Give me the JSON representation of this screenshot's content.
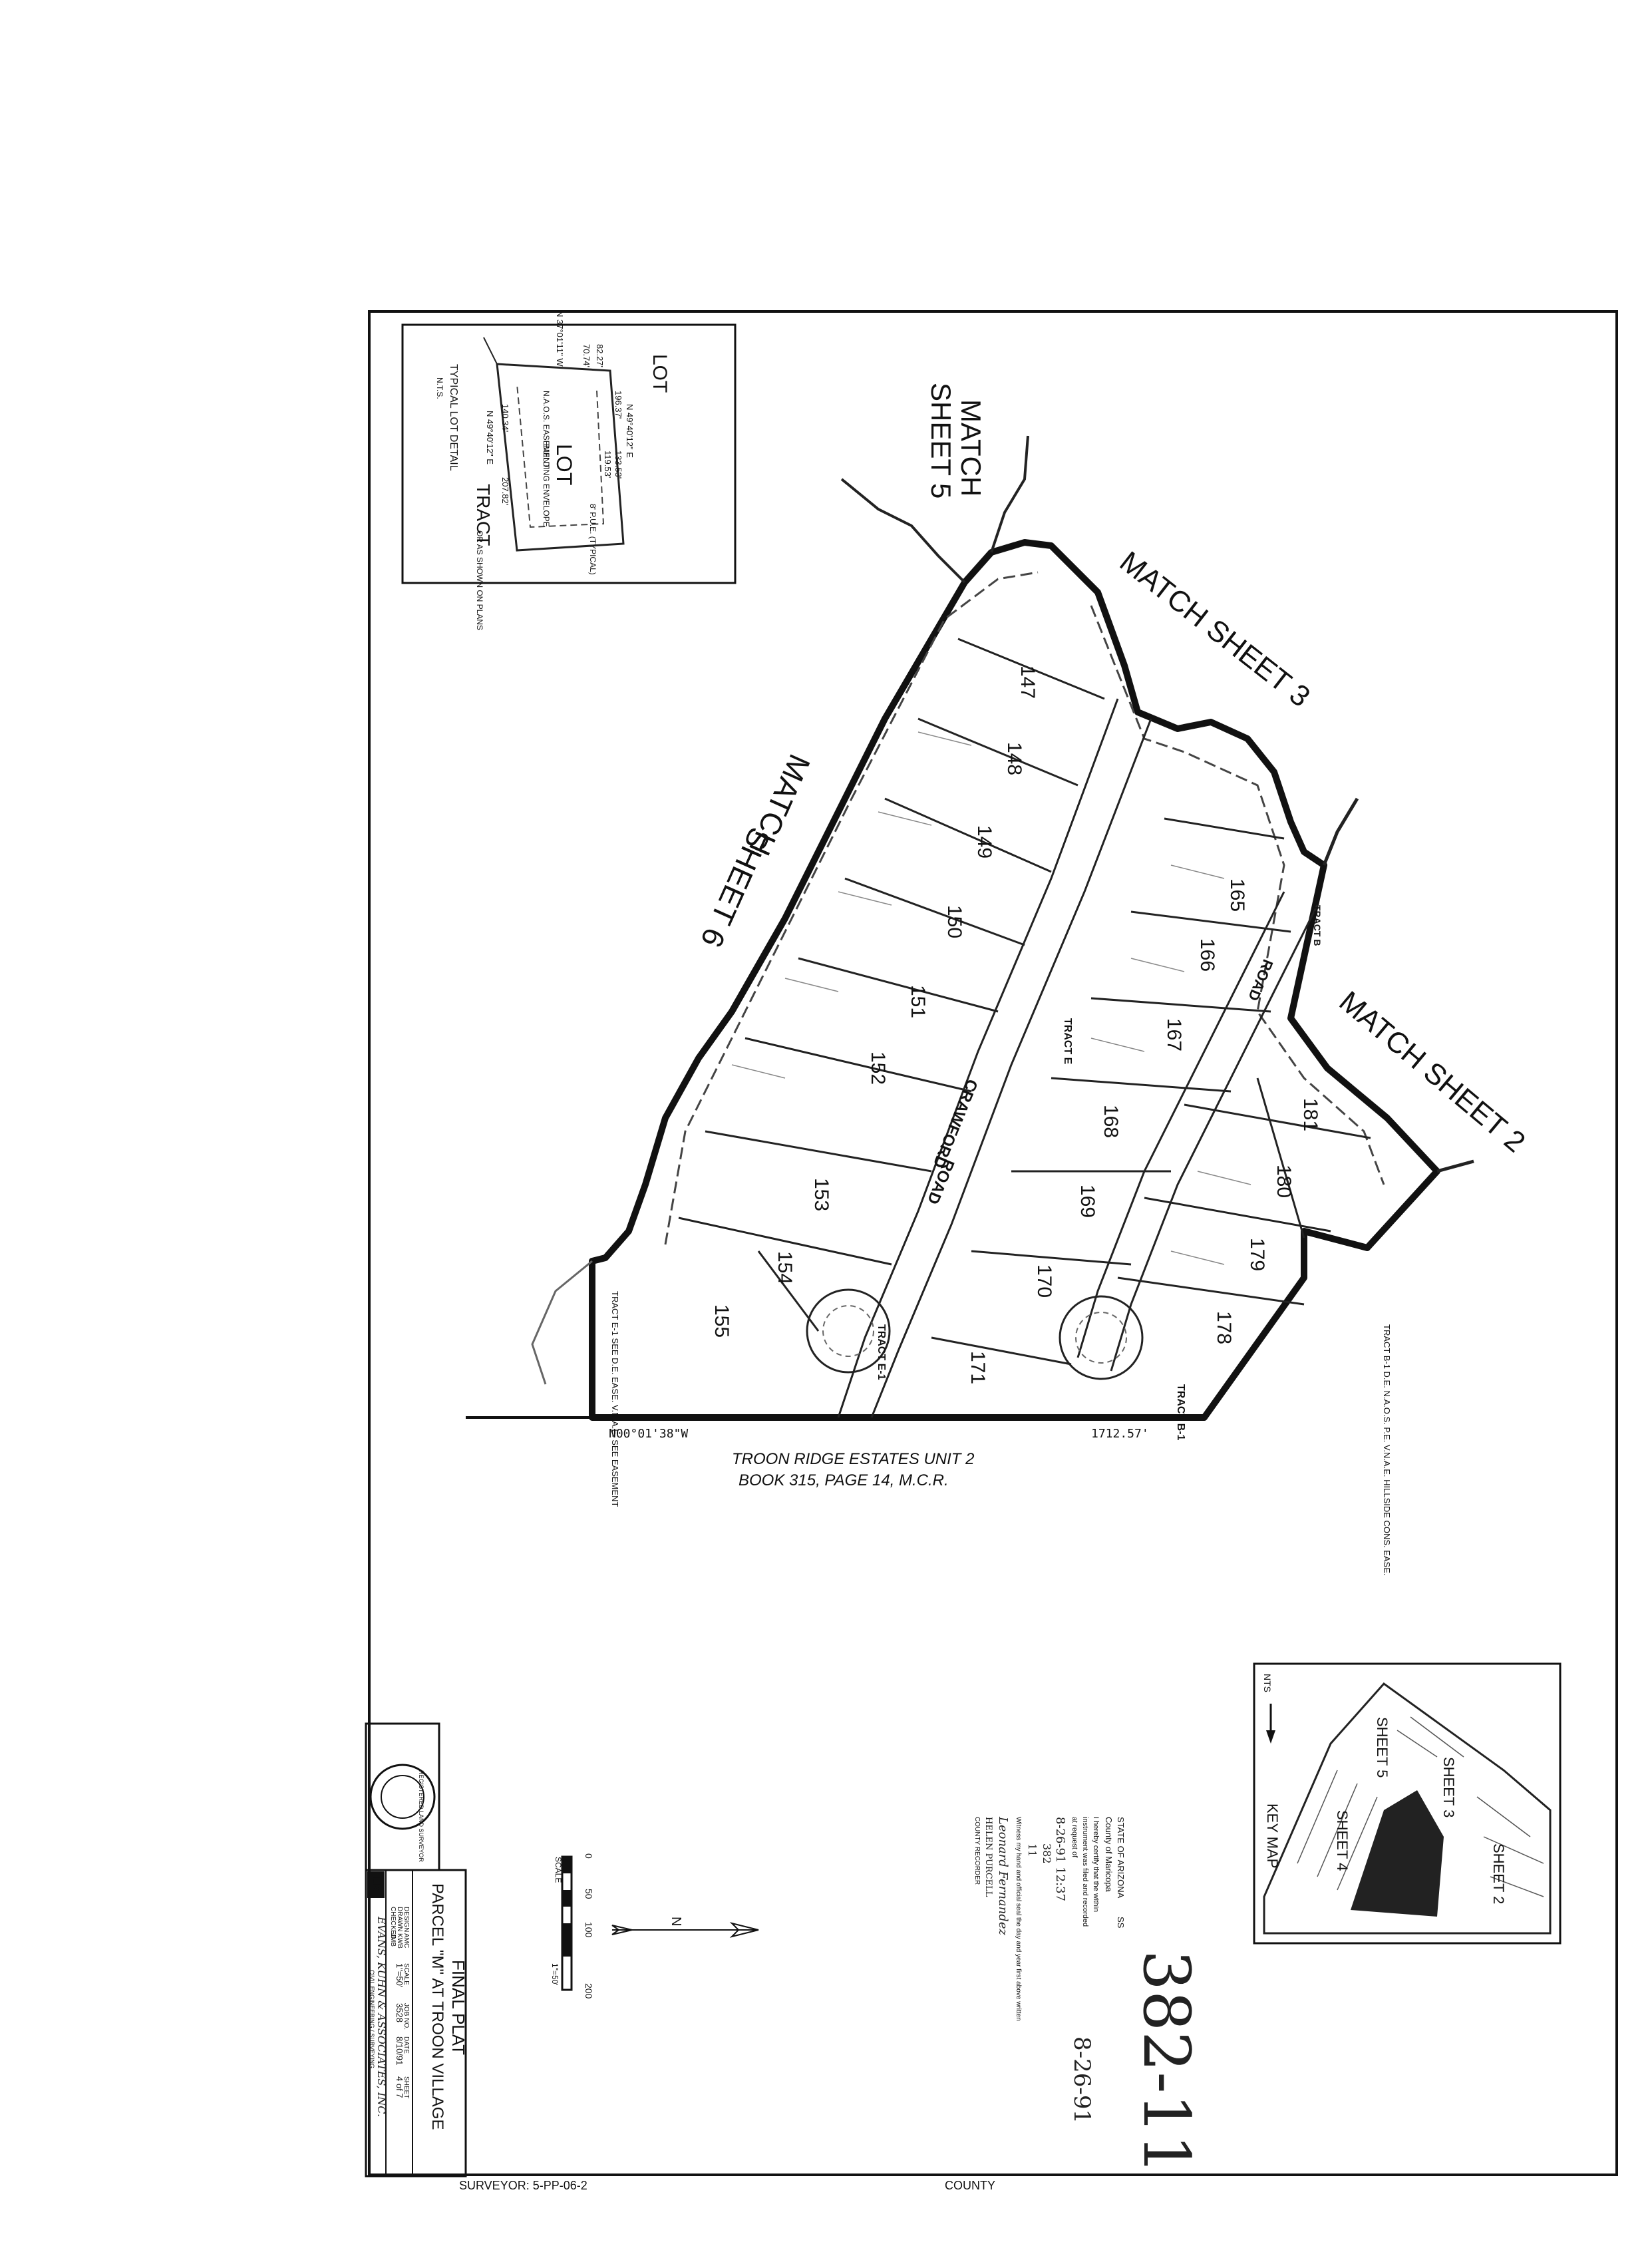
{
  "match_labels": {
    "sheet5_line1": "MATCH",
    "sheet5_line2": "SHEET 5",
    "sheet3": "MATCH SHEET 3",
    "sheet6_line1": "MATCH",
    "sheet6_line2": "SHEET 6",
    "sheet2": "MATCH SHEET 2"
  },
  "lot_numbers": [
    "147",
    "148",
    "149",
    "150",
    "151",
    "152",
    "153",
    "154",
    "155",
    "165",
    "166",
    "167",
    "168",
    "169",
    "170",
    "171",
    "178",
    "179",
    "180",
    "181"
  ],
  "street": {
    "line1": "ROAD",
    "line2": "CRAWFORD"
  },
  "tracts": {
    "tract_b1": "TRACT B-1",
    "tract_e1": "TRACT E-1",
    "tract_e": "TRACT E",
    "tract_b": "TRACT B",
    "tract_e1_note": "TRACT E-1 SEE D.E. EASE. V.N.A.E. SEE EASEMENT",
    "tract_b1_note": "TRACT B-1 D.E. N.A.O.S. P.E. V.N.A.E. HILLSIDE CONS. EASE."
  },
  "bearing": "N00°01'38\"W",
  "distance": "1712.57'",
  "adjoining": {
    "line1": "TROON RIDGE ESTATES UNIT 2",
    "line2": "BOOK 315, PAGE 14, M.C.R."
  },
  "typical_lot_detail": {
    "title": "TYPICAL LOT DETAIL",
    "scale": "N.T.S.",
    "lot_top": "LOT",
    "lot_center": "LOT",
    "tract": "TRACT",
    "bearing_top": "N 49°40'12\" E",
    "bearing_bottom": "N 49°40'12\" E",
    "bearing_left": "N 37°01'11\" W",
    "dim_top": "196.37'",
    "dim_top2": "133.53'",
    "dim_mid": "119.53'",
    "dim_bottom": "140.34'",
    "dim_bottom2": "207.82'",
    "dim_left": "82.27'",
    "dim_left2": "70.74'",
    "note_naos": "N.A.O.S. EASEMENT",
    "note_building": "BUILDING ENVELOPE",
    "note_pue": "8' P.U.E. (TYPICAL)",
    "note_setback": "OR AS SHOWN ON PLANS"
  },
  "key_map": {
    "title": "KEY MAP",
    "sheet5": "SHEET 5",
    "sheet3": "SHEET 3",
    "sheet4": "SHEET 4",
    "sheet2": "SHEET 2",
    "north": "NTS"
  },
  "scale_bar": {
    "label": "SCALE",
    "marks": [
      "0",
      "50",
      "100",
      "200"
    ],
    "ratio": "1\"=50'",
    "north": "N"
  },
  "recording": {
    "state": "STATE OF ARIZONA",
    "ss": "SS",
    "county": "County of Maricopa",
    "line1": "I hereby certify that the within",
    "line2": "instrument was filed and recorded",
    "line3": "at request of",
    "date": "8-26-91  12:37",
    "book": "382",
    "page": "11",
    "witness": "Witness my hand and official seal the day and year first above written",
    "signature": "Leonard Fernandez",
    "recorder": "HELEN PURCELL",
    "title": "COUNTY RECORDER"
  },
  "handwritten": {
    "number": "382-11",
    "date": "8-26-91"
  },
  "title_block": {
    "title1": "FINAL PLAT",
    "title2": "PARCEL \"M\" AT TROON VILLAGE",
    "designed": "DESIGN",
    "designed_by": "AMC",
    "drawn": "DRAWN",
    "drawn_by": "KWB",
    "checked": "CHECKED",
    "checked_by": "JMB",
    "scale_label": "SCALE",
    "scale": "1\"=50'",
    "job_label": "JOB NO.",
    "job": "3528",
    "date_label": "DATE",
    "date": "8/10/91",
    "sheet_label": "SHEET",
    "sheet": "4 of 7",
    "firm": "EVANS, KUHN & ASSOCIATES, INC.",
    "firm_sub": "CIVIL ENGINEERING / SURVEYING",
    "logo": "EK",
    "seal": "REGISTERED LAND SURVEYOR"
  },
  "footer": {
    "left": "SURVEYOR: 5-PP-06-2",
    "center": "COUNTY"
  }
}
